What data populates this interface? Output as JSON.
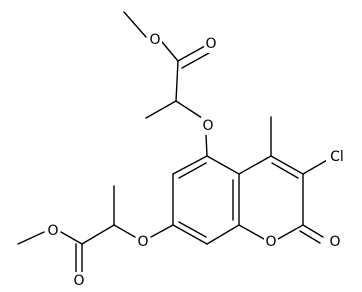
{
  "molecule": {
    "atom_labels": {
      "o_ester_top_methoxy": "O",
      "o_ester_top_carbonyl": "O",
      "o_ether_5": "O",
      "cl": "Cl",
      "o_ring": "O",
      "o_lactone_carbonyl": "O",
      "o_ether_7": "O",
      "o_ester_bottom_methoxy": "O",
      "o_ester_bottom_carbonyl": "O"
    }
  }
}
